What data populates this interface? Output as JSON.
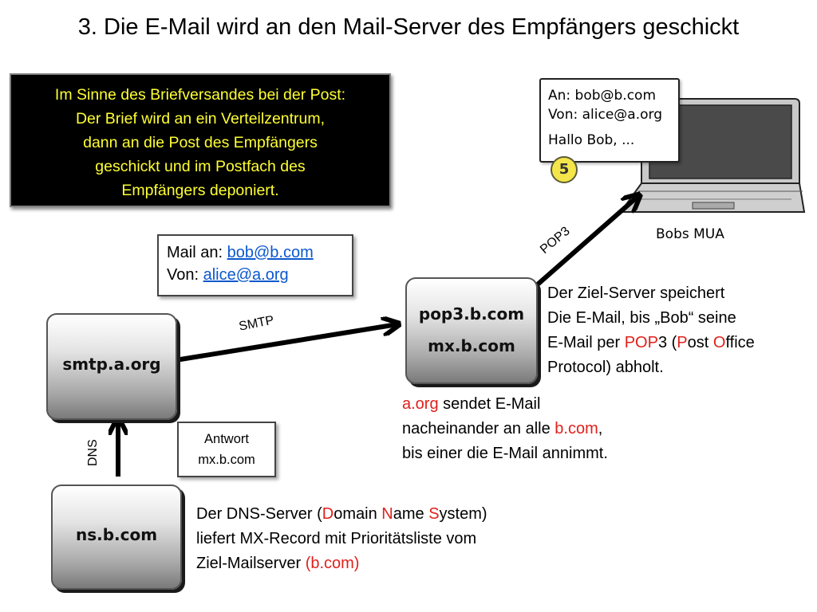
{
  "title": "3. Die E-Mail wird an den Mail-Server des Empfängers geschickt",
  "info_box": {
    "lines": [
      "Im Sinne des Briefversandes bei der Post:",
      "Der Brief wird an ein Verteilzentrum,",
      "dann an die Post des Empfängers",
      "geschickt und im Postfach des",
      "Empfängers deponiert."
    ]
  },
  "servers": {
    "smtp": "smtp.a.org",
    "pop3": "pop3.b.com",
    "mx": "mx.b.com",
    "ns": "ns.b.com"
  },
  "mail_note": {
    "to_prefix": "Mail an: ",
    "to": "bob@b.com",
    "from_prefix": "Von: ",
    "from": "alice@a.org"
  },
  "answer_note": {
    "line1": "Antwort",
    "line2": "mx.b.com"
  },
  "arrow_labels": {
    "smtp": "SMTP",
    "pop3": "POP3",
    "dns": "DNS"
  },
  "email_card": {
    "to": "An: bob@b.com",
    "from": "Von: alice@a.org",
    "body": "Hallo Bob, ..."
  },
  "step_badge": "5",
  "mua_label": "Bobs MUA",
  "ziel_server_text": {
    "line1": "Der Ziel-Server speichert",
    "line2": "Die E-Mail, bis „Bob“ seine",
    "line3_a": "E-Mail per ",
    "line3_pop": "POP",
    "line3_b": "3 (",
    "line3_p": "P",
    "line3_c": "ost ",
    "line3_o": "O",
    "line3_d": "ffice",
    "line4": "Protocol) abholt."
  },
  "aorg_text": {
    "line1_red": "a.org",
    "line1_rest": " sendet E-Mail",
    "line2_a": "nacheinander an alle ",
    "line2_red": "b.com",
    "line2_b": ",",
    "line3": "bis einer die E-Mail annimmt."
  },
  "dns_text": {
    "line1_a": "Der DNS-Server (",
    "line1_d": "D",
    "line1_b": "omain ",
    "line1_n": "N",
    "line1_c": "ame ",
    "line1_s": "S",
    "line1_e": "ystem)",
    "line2": "liefert MX-Record mit Prioritätsliste vom",
    "line3_a": "Ziel-Mailserver ",
    "line3_red": "(b.com)"
  },
  "colors": {
    "highlight_red": "#e0201b",
    "info_text_yellow": "#ffff33",
    "link_blue": "#0b58ce",
    "badge_yellow": "#f4e64a"
  }
}
